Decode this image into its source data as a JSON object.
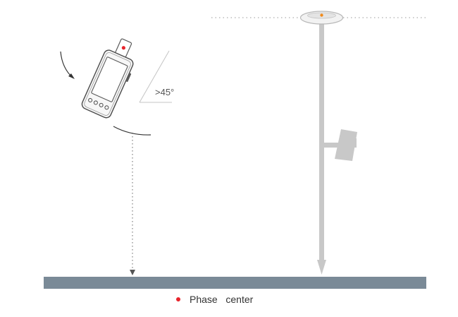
{
  "diagram": {
    "tilt_label": ">45°",
    "legend_label": "Phase   center",
    "colors": {
      "phase_center": "#e8242b",
      "ground": "#7a8a97",
      "pole": "#c8c8c8",
      "outline": "#5a5a5a"
    },
    "icons": [
      "rotation-arrow",
      "handheld-device",
      "antenna",
      "survey-pole",
      "controller-bracket",
      "ground-surface"
    ]
  }
}
